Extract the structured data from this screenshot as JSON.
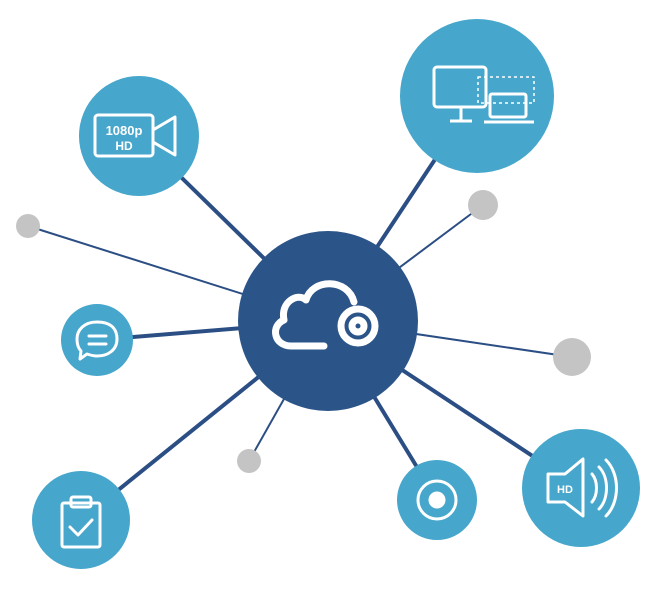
{
  "colors": {
    "hub": "#2b5489",
    "node": "#46a6cb",
    "connector": "#2b4e84",
    "minor_dot": "#c4c4c4",
    "icon_stroke": "#ffffff"
  },
  "hub": {
    "icon": "cloud-icon"
  },
  "nodes": [
    {
      "id": "video",
      "icon": "video-camera-icon",
      "label_top": "1080p",
      "label_bottom": "HD"
    },
    {
      "id": "devices",
      "icon": "devices-icon"
    },
    {
      "id": "chat",
      "icon": "chat-bubble-icon"
    },
    {
      "id": "checklist",
      "icon": "clipboard-check-icon"
    },
    {
      "id": "disc",
      "icon": "disc-icon"
    },
    {
      "id": "audio",
      "icon": "hd-audio-speaker-icon",
      "label": "HD"
    }
  ],
  "minor_nodes": [
    "left",
    "upper-right",
    "right",
    "lower-middle"
  ]
}
